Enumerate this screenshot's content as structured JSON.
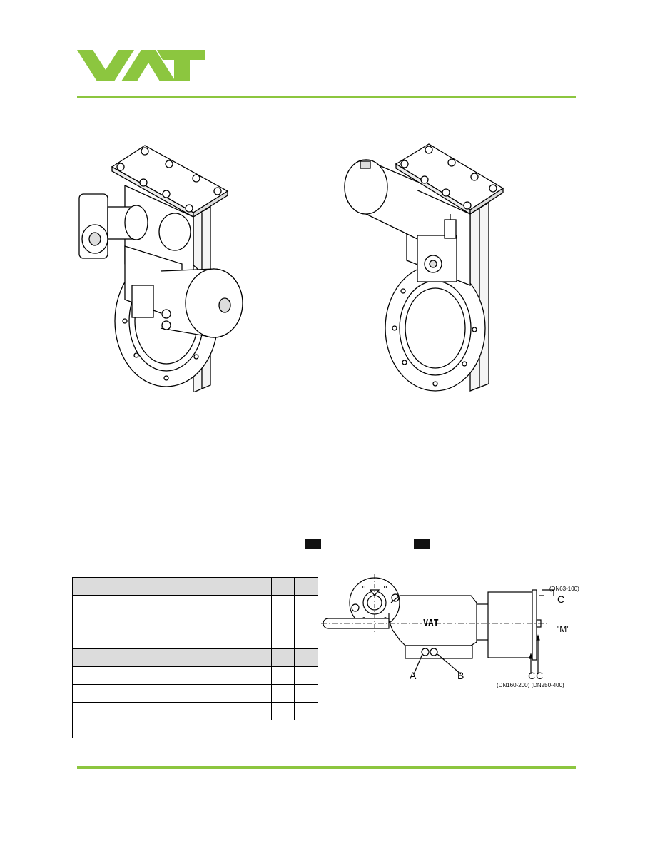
{
  "brand": {
    "logo_text": "VAT",
    "accent_color": "#8cc63f"
  },
  "figures": {
    "left_view": "",
    "right_view": ""
  },
  "drawing": {
    "callout_c_top": "C",
    "callout_c_top_note": "(DN63-100)",
    "callout_m": "\"M\"",
    "callout_a": "A",
    "callout_b": "B",
    "callout_c_bottom_1": "C",
    "callout_c_bottom_2": "C",
    "callout_c_bottom_note": "(DN160-200) (DN250-400)",
    "body_logo": "VAT"
  },
  "table": {
    "rows": [
      {
        "shaded": true,
        "cells": [
          "",
          "",
          "",
          ""
        ]
      },
      {
        "shaded": false,
        "cells": [
          "",
          "",
          "",
          ""
        ]
      },
      {
        "shaded": false,
        "cells": [
          "",
          "",
          "",
          ""
        ]
      },
      {
        "shaded": false,
        "cells": [
          "",
          "",
          "",
          ""
        ]
      },
      {
        "shaded": true,
        "cells": [
          "",
          "",
          "",
          ""
        ]
      },
      {
        "shaded": false,
        "cells": [
          "",
          "",
          "",
          ""
        ]
      },
      {
        "shaded": false,
        "cells": [
          "",
          "",
          "",
          ""
        ]
      },
      {
        "shaded": false,
        "cells": [
          "",
          "",
          "",
          ""
        ]
      }
    ],
    "footer": ""
  }
}
